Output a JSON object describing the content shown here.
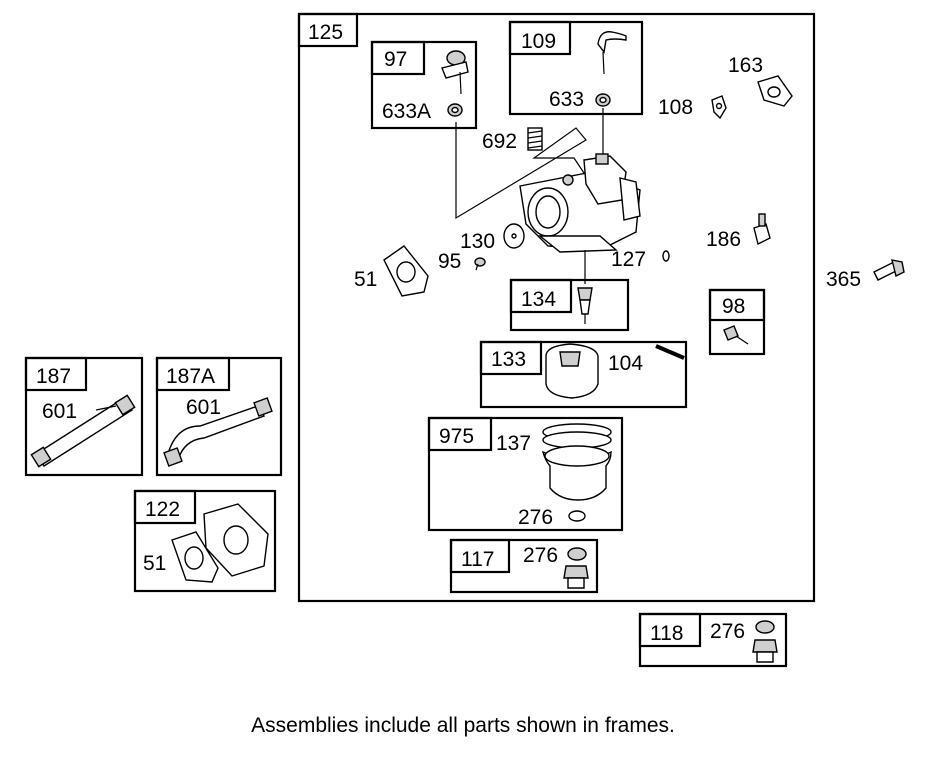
{
  "caption": "Assemblies include all parts shown in frames.",
  "frames": {
    "f125": "125",
    "f97": "97",
    "f109": "109",
    "f134": "134",
    "f98": "98",
    "f133": "133",
    "f975": "975",
    "f117": "117",
    "f118": "118",
    "f187": "187",
    "f187a": "187A",
    "f122": "122"
  },
  "parts": {
    "p633a": "633A",
    "p633": "633",
    "p163": "163",
    "p108": "108",
    "p692": "692",
    "p130": "130",
    "p95": "95",
    "p51": "51",
    "p127": "127",
    "p186": "186",
    "p365": "365",
    "p104": "104",
    "p137": "137",
    "p276_975": "276",
    "p276_117": "276",
    "p276_118": "276",
    "p601_187": "601",
    "p601_187a": "601",
    "p51_122": "51"
  }
}
